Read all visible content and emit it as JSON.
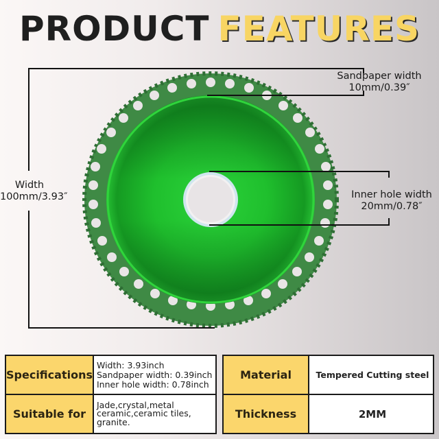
{
  "header": {
    "title_part1": "PRODUCT",
    "title_part2": "FEATURES",
    "colors": {
      "dark": "#1f1f1f",
      "accent": "#f8d563"
    }
  },
  "product_image": {
    "description": "green cutting disc with toothed diamond rim and center hole",
    "colors": {
      "disc": "#1fb02a",
      "rim": "#3f8a45",
      "hole": "#e8e4e6"
    }
  },
  "dimensions": {
    "width": {
      "label": "Width",
      "value": "100mm/3.93″"
    },
    "sandpaper": {
      "label": "Sandpaper width",
      "value": "10mm/0.39″"
    },
    "inner_hole": {
      "label": "Inner hole width",
      "value": "20mm/0.78″"
    }
  },
  "spec_table_left": {
    "rows": [
      {
        "key": "Specifications",
        "lines": [
          "Width: 3.93inch",
          "Sandpaper width: 0.39inch",
          "Inner hole width: 0.78inch"
        ]
      },
      {
        "key": "Suitable for",
        "lines": [
          "Jade,crystal,metal",
          "ceramic,ceramic tiles,",
          "granite."
        ]
      }
    ]
  },
  "spec_table_right": {
    "rows": [
      {
        "key": "Material",
        "value": "Tempered Cutting steel"
      },
      {
        "key": "Thickness",
        "value": "2MM"
      }
    ]
  },
  "colors": {
    "label_cell": "#fbd66c",
    "border": "#1a1a1a"
  }
}
